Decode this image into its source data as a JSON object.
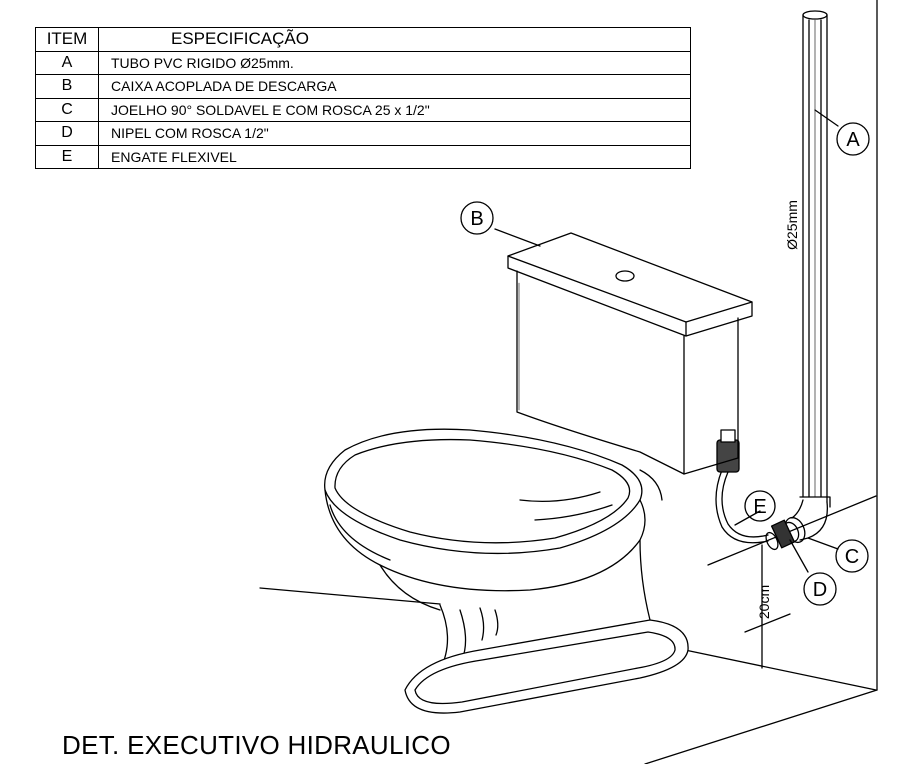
{
  "table": {
    "header": {
      "item": "ITEM",
      "spec": "ESPECIFICAÇÃO"
    },
    "rows": [
      {
        "item": "A",
        "desc": "TUBO PVC RIGIDO Ø25mm."
      },
      {
        "item": "B",
        "desc": "CAIXA ACOPLADA DE DESCARGA"
      },
      {
        "item": "C",
        "desc": "JOELHO 90° SOLDAVEL E COM ROSCA 25 x 1/2\""
      },
      {
        "item": "D",
        "desc": "NIPEL COM ROSCA 1/2\""
      },
      {
        "item": "E",
        "desc": "ENGATE FLEXIVEL"
      }
    ]
  },
  "callouts": {
    "a": "A",
    "b": "B",
    "c": "C",
    "d": "D",
    "e": "E"
  },
  "dimensions": {
    "pipe_diameter": "Ø25mm",
    "height": "20cm"
  },
  "title": "DET.  EXECUTIVO HIDRAULICO"
}
